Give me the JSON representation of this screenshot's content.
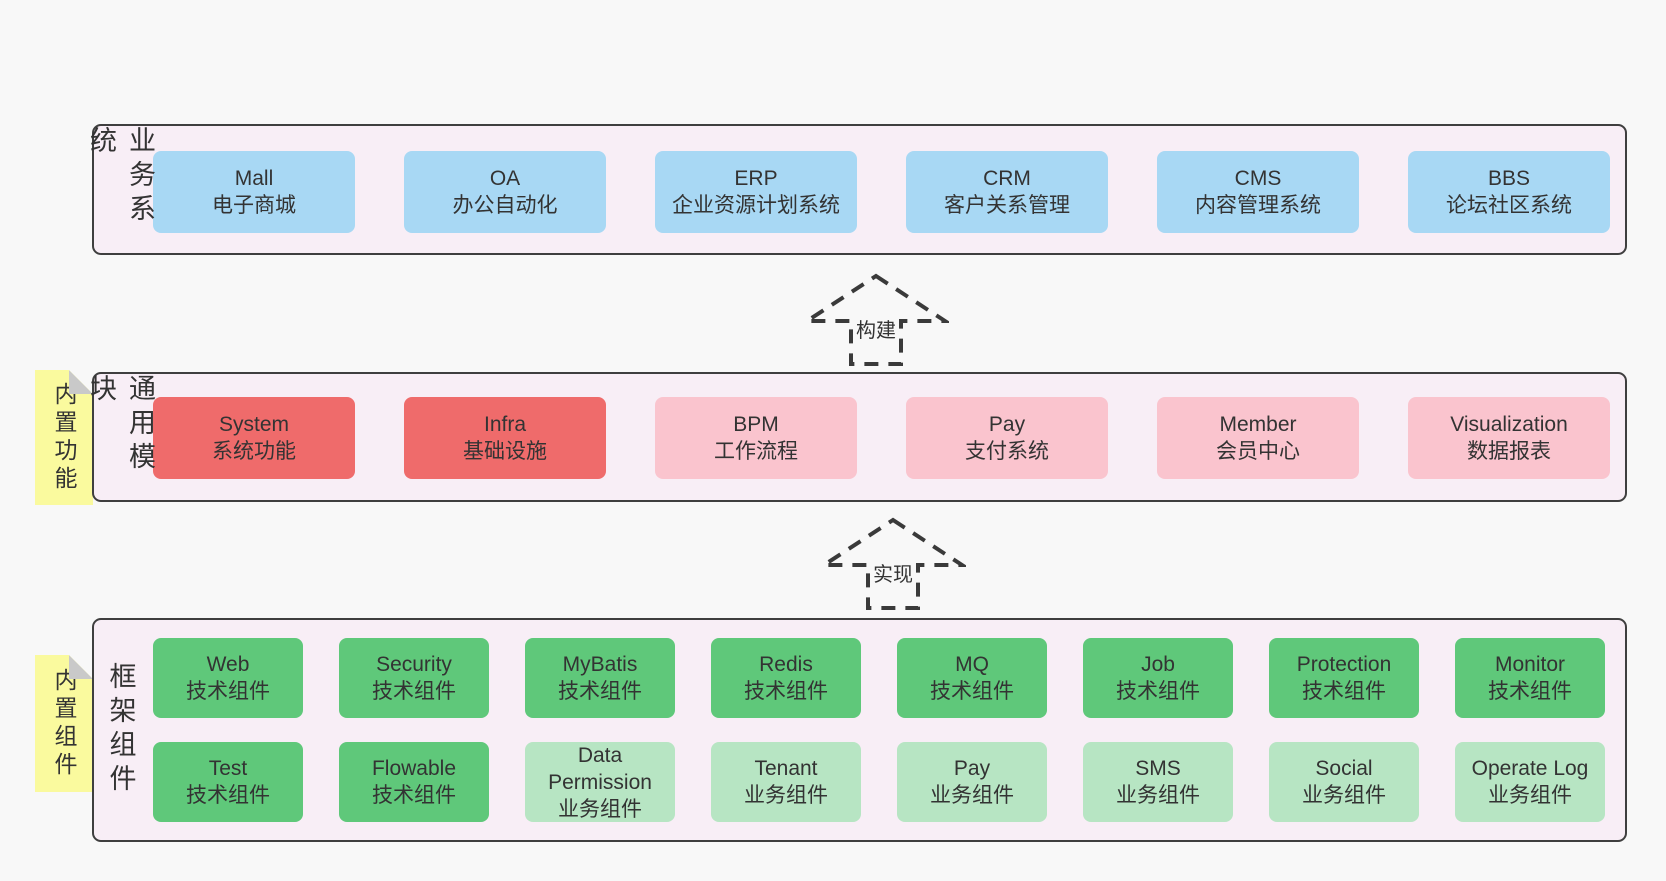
{
  "colors": {
    "page_bg": "#f8f8f8",
    "panel_bg": "#f8eef6",
    "panel_border": "#3f3f3f",
    "blue": "#a8d8f4",
    "red": "#ef6b6b",
    "pink": "#fac4ce",
    "green": "#5fc87a",
    "light_green": "#b7e5c3",
    "tag_yellow": "#fafa9e",
    "fold_gray": "#c9c9c9",
    "text": "#333333",
    "arrow": "#3a3a3a"
  },
  "arrows": {
    "build": "构建",
    "implement": "实现"
  },
  "layers": {
    "business": {
      "side_label": "业务系统",
      "boxes": [
        {
          "name": "Mall",
          "desc": "电子商城",
          "color": "#a8d8f4"
        },
        {
          "name": "OA",
          "desc": "办公自动化",
          "color": "#a8d8f4"
        },
        {
          "name": "ERP",
          "desc": "企业资源计划系统",
          "color": "#a8d8f4"
        },
        {
          "name": "CRM",
          "desc": "客户关系管理",
          "color": "#a8d8f4"
        },
        {
          "name": "CMS",
          "desc": "内容管理系统",
          "color": "#a8d8f4"
        },
        {
          "name": "BBS",
          "desc": "论坛社区系统",
          "color": "#a8d8f4"
        }
      ]
    },
    "modules": {
      "tag": "内置功能",
      "side_label": "通用模块",
      "boxes": [
        {
          "name": "System",
          "desc": "系统功能",
          "color": "#ef6b6b"
        },
        {
          "name": "Infra",
          "desc": "基础设施",
          "color": "#ef6b6b"
        },
        {
          "name": "BPM",
          "desc": "工作流程",
          "color": "#fac4ce"
        },
        {
          "name": "Pay",
          "desc": "支付系统",
          "color": "#fac4ce"
        },
        {
          "name": "Member",
          "desc": "会员中心",
          "color": "#fac4ce"
        },
        {
          "name": "Visualization",
          "desc": "数据报表",
          "color": "#fac4ce"
        }
      ]
    },
    "components": {
      "tag": "内置组件",
      "side_label": "框架组件",
      "row1": [
        {
          "name": "Web",
          "desc": "技术组件",
          "color": "#5fc87a"
        },
        {
          "name": "Security",
          "desc": "技术组件",
          "color": "#5fc87a"
        },
        {
          "name": "MyBatis",
          "desc": "技术组件",
          "color": "#5fc87a"
        },
        {
          "name": "Redis",
          "desc": "技术组件",
          "color": "#5fc87a"
        },
        {
          "name": "MQ",
          "desc": "技术组件",
          "color": "#5fc87a"
        },
        {
          "name": "Job",
          "desc": "技术组件",
          "color": "#5fc87a"
        },
        {
          "name": "Protection",
          "desc": "技术组件",
          "color": "#5fc87a"
        },
        {
          "name": "Monitor",
          "desc": "技术组件",
          "color": "#5fc87a"
        }
      ],
      "row2": [
        {
          "name": "Test",
          "desc": "技术组件",
          "color": "#5fc87a"
        },
        {
          "name": "Flowable",
          "desc": "技术组件",
          "color": "#5fc87a"
        },
        {
          "name": "Data Permission",
          "desc": "业务组件",
          "color": "#b7e5c3"
        },
        {
          "name": "Tenant",
          "desc": "业务组件",
          "color": "#b7e5c3"
        },
        {
          "name": "Pay",
          "desc": "业务组件",
          "color": "#b7e5c3"
        },
        {
          "name": "SMS",
          "desc": "业务组件",
          "color": "#b7e5c3"
        },
        {
          "name": "Social",
          "desc": "业务组件",
          "color": "#b7e5c3"
        },
        {
          "name": "Operate Log",
          "desc": "业务组件",
          "color": "#b7e5c3"
        }
      ]
    }
  }
}
